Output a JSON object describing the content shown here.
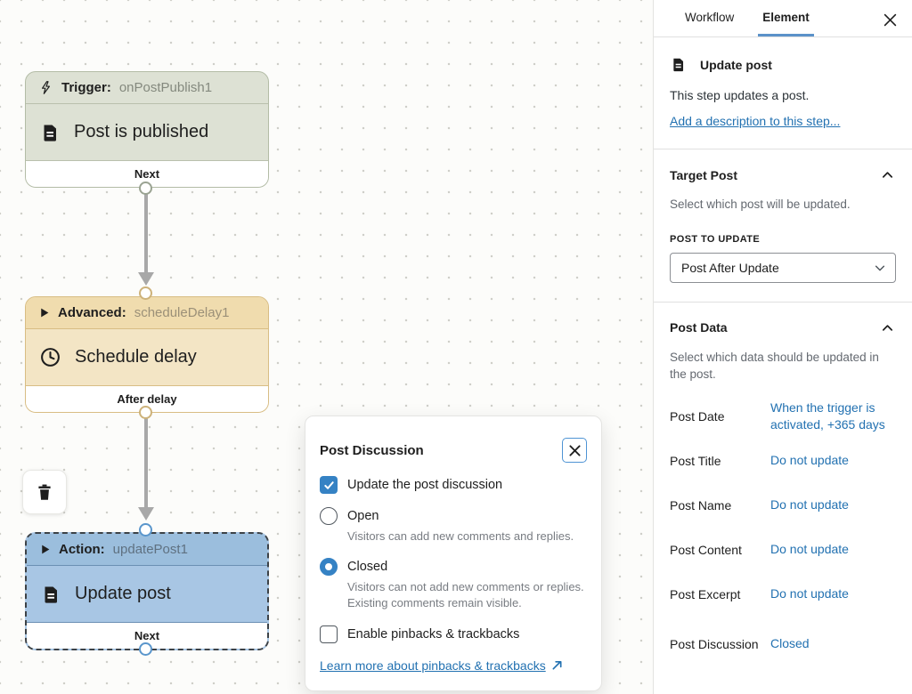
{
  "canvas": {
    "nodes": [
      {
        "kind_label": "Trigger:",
        "id_label": "onPostPublish1",
        "title": "Post is published",
        "footer": "Next"
      },
      {
        "kind_label": "Advanced:",
        "id_label": "scheduleDelay1",
        "title": "Schedule delay",
        "footer": "After delay"
      },
      {
        "kind_label": "Action:",
        "id_label": "updatePost1",
        "title": "Update post",
        "footer": "Next"
      }
    ]
  },
  "modal": {
    "title": "Post Discussion",
    "checkbox_update_label": "Update the post discussion",
    "radio_open_label": "Open",
    "radio_open_desc": "Visitors can add new comments and replies.",
    "radio_closed_label": "Closed",
    "radio_closed_desc_line1": "Visitors can not add new comments or replies.",
    "radio_closed_desc_line2": "Existing comments remain visible.",
    "checkbox_pinbacks_label": "Enable pinbacks & trackbacks",
    "learn_more_label": "Learn more about pinbacks & trackbacks"
  },
  "sidebar": {
    "tabs": [
      {
        "label": "Workflow"
      },
      {
        "label": "Element"
      }
    ],
    "step": {
      "title": "Update post",
      "description": "This step updates a post.",
      "add_description_link": "Add a description to this step..."
    },
    "target_post": {
      "heading": "Target Post",
      "description": "Select which post will be updated.",
      "field_label": "POST TO UPDATE",
      "select_value": "Post After Update"
    },
    "post_data": {
      "heading": "Post Data",
      "description": "Select which data should be updated in the post.",
      "rows": [
        {
          "label": "Post Date",
          "value": "When the trigger is activated, +365 days"
        },
        {
          "label": "Post Title",
          "value": "Do not update"
        },
        {
          "label": "Post Name",
          "value": "Do not update"
        },
        {
          "label": "Post Content",
          "value": "Do not update"
        },
        {
          "label": "Post Excerpt",
          "value": "Do not update"
        },
        {
          "label": "Post Discussion",
          "value": "Closed"
        }
      ]
    }
  },
  "colors": {
    "link_blue": "#2271b1",
    "control_blue": "#3582c4",
    "tab_underline_blue": "#5b92c9",
    "trigger_node_fill": "#dde1d4",
    "delay_node_fill": "#f3e5c5",
    "action_node_fill": "#a8c6e4"
  }
}
